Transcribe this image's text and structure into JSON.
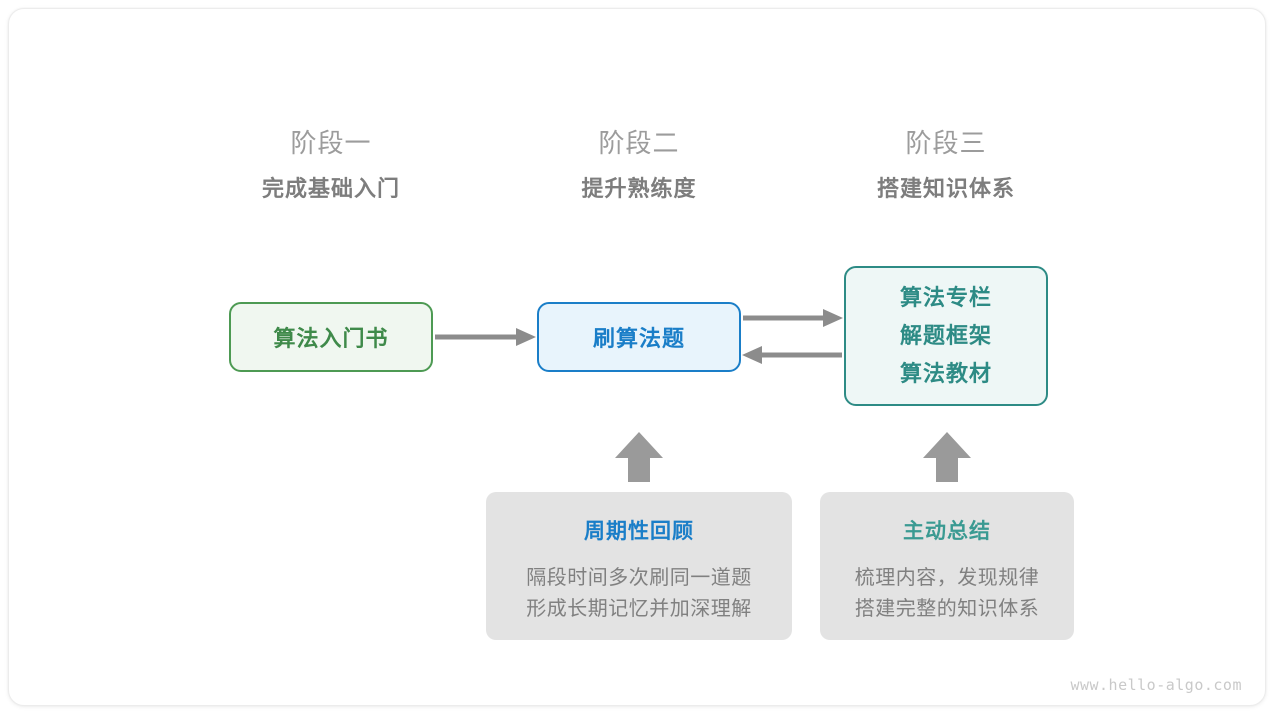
{
  "page": {
    "background_color": "#ffffff",
    "frame_border_color": "#ececec",
    "watermark": "www.hello-algo.com"
  },
  "colors": {
    "stage_name": "#9c9c9c",
    "stage_goal": "#7d7d7d",
    "green": "#3f8a4a",
    "green_border": "#4d9a53",
    "green_fill": "#f0f7f0",
    "blue": "#1a7ec8",
    "blue_fill": "#e8f4fc",
    "teal": "#2d8b85",
    "teal_fill": "#eef7f6",
    "tip_fill": "#e3e3e3",
    "tip_body_text": "#808080",
    "arrow": "#8c8c8c"
  },
  "stages": [
    {
      "name": "阶段一",
      "goal": "完成基础入门"
    },
    {
      "name": "阶段二",
      "goal": "提升熟练度"
    },
    {
      "name": "阶段三",
      "goal": "搭建知识体系"
    }
  ],
  "nodes": {
    "book": {
      "label": "算法入门书"
    },
    "practice": {
      "label": "刷算法题"
    },
    "resources": {
      "lines": [
        "算法专栏",
        "解题框架",
        "算法教材"
      ]
    }
  },
  "tips": [
    {
      "title": "周期性回顾",
      "body_lines": [
        "隔段时间多次刷同一道题",
        "形成长期记忆并加深理解"
      ]
    },
    {
      "title": "主动总结",
      "body_lines": [
        "梳理内容，发现规律",
        "搭建完整的知识体系"
      ]
    }
  ],
  "arrows": [
    {
      "name": "book-to-practice",
      "direction": "right"
    },
    {
      "name": "practice-to-resources",
      "direction": "right"
    },
    {
      "name": "resources-to-practice",
      "direction": "left"
    },
    {
      "name": "review-to-practice",
      "direction": "up"
    },
    {
      "name": "summary-to-resources",
      "direction": "up"
    }
  ]
}
